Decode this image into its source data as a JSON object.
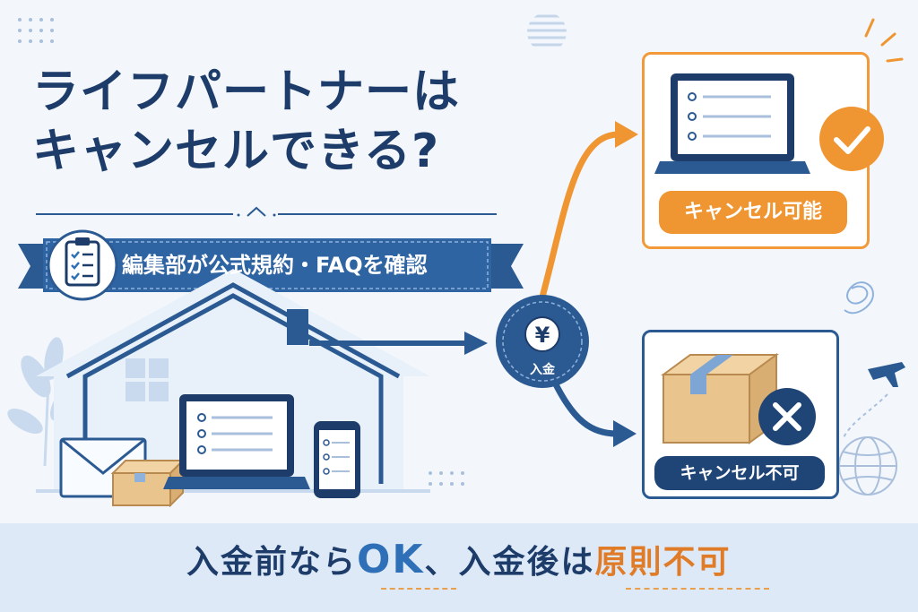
{
  "title": {
    "line1": "ライフパートナーは",
    "line2": "キャンセルできる?"
  },
  "ribbon": {
    "text": "編集部が公式規約・FAQを確認",
    "icon": "clipboard-check-icon"
  },
  "payment": {
    "symbol": "¥",
    "label": "入金"
  },
  "outcomes": {
    "cancel_ok": "キャンセル可能",
    "cancel_ng": "キャンセル不可"
  },
  "conclusion": {
    "part1": "入金前なら",
    "ok": "OK",
    "part2": "、入金後は",
    "ng": "原則不可"
  },
  "colors": {
    "navy": "#1d3c6a",
    "blue": "#2b5a93",
    "orange": "#ef9633",
    "background": "#f3f7fc"
  }
}
